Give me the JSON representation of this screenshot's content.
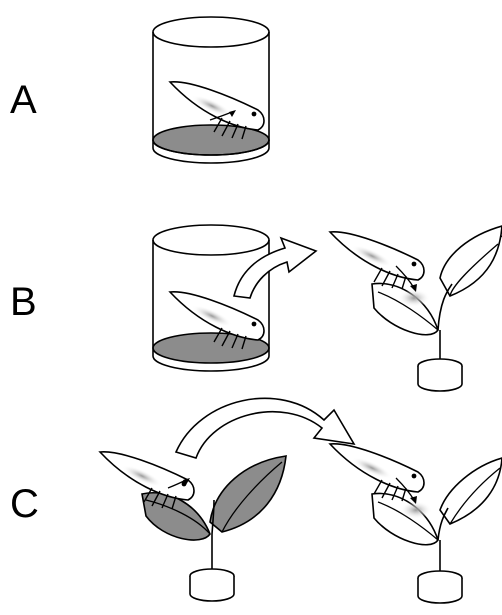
{
  "panels": [
    {
      "label": "A",
      "description_icon": "cylinder-with-insect"
    },
    {
      "label": "B",
      "description_icon": "cylinder-to-plant-transfer"
    },
    {
      "label": "C",
      "description_icon": "plant-to-plant-transfer"
    }
  ],
  "colors": {
    "outline": "#000000",
    "filter_disc": "#8c8c8c",
    "infected_leaf": "#8c8c8c",
    "background": "#ffffff",
    "stylet_glow": "#b0b0b0"
  }
}
